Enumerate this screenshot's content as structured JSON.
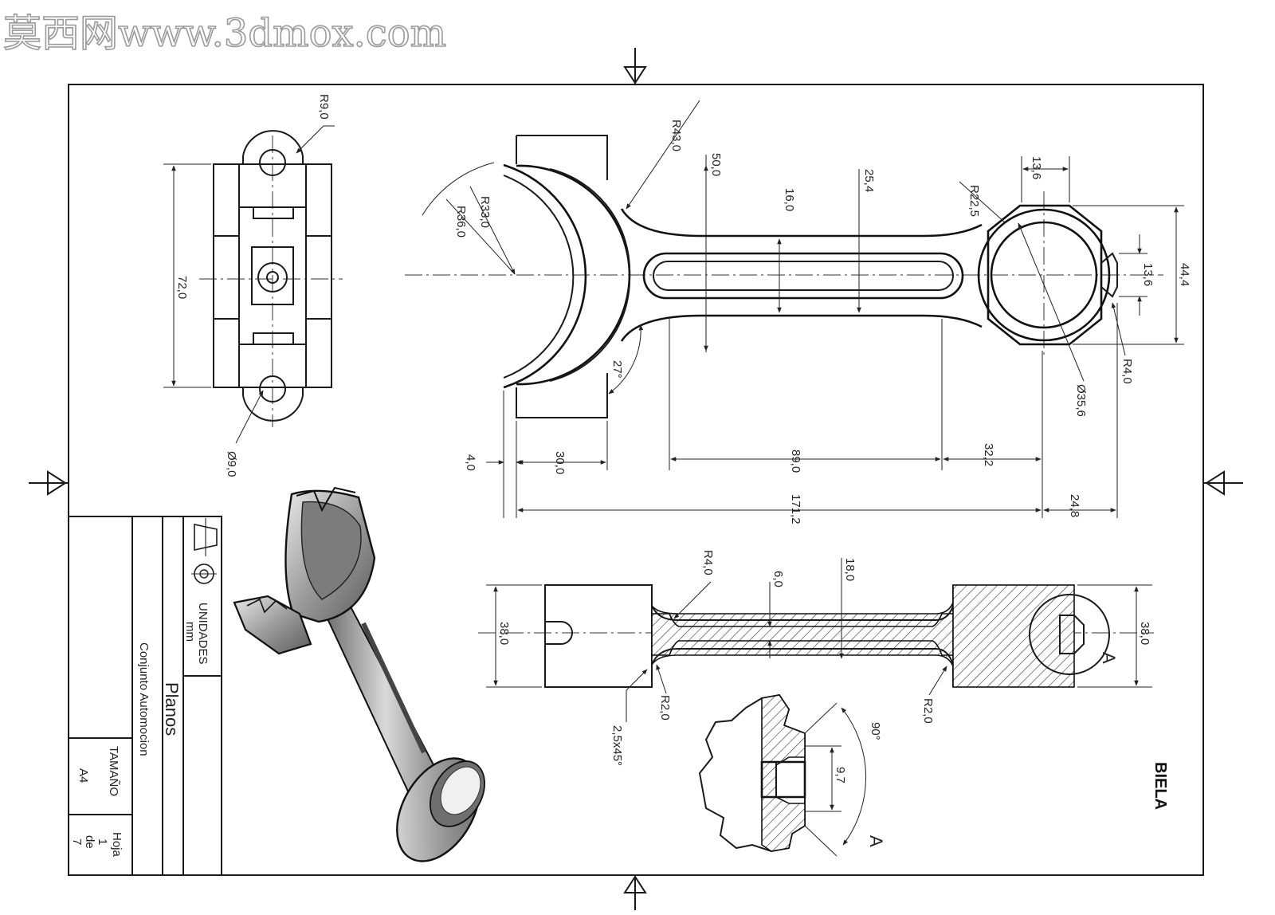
{
  "watermark": "莫西网www.3dmox.com",
  "drawing_title": "BIELA",
  "title_block": {
    "project": "Planos",
    "assembly": "Conjunto Automocion",
    "units_label": "UNIDADES",
    "units_value": "mm",
    "size_label": "TAMAÑO",
    "size_value": "A4",
    "sheet_label": "Hoja",
    "sheet_number": "1",
    "sheet_of": "de",
    "sheet_total": "7"
  },
  "section_label": "A",
  "detail_label": "A",
  "dimensions": {
    "side_view": {
      "r9": "R9,0",
      "h72": "72,0",
      "d9": "Ø9,0"
    },
    "front_view": {
      "r43": "R43,0",
      "r33": "R33,0",
      "r36": "R36,0",
      "h50": "50,0",
      "h16": "16,0",
      "h25": "25,4",
      "r22": "R22,5",
      "w13a": "13,6",
      "h44": "44,4",
      "h13b": "13,6",
      "r4": "R4,0",
      "d35": "Ø35,6",
      "a27": "27°",
      "w4": "4,0",
      "w30": "30,0",
      "w89": "89,0",
      "w32": "32,2",
      "w171": "171,2",
      "w24": "24,8"
    },
    "bottom_view": {
      "r4": "R4,0",
      "h6": "6,0",
      "h18": "18,0",
      "h38l": "38,0",
      "h38r": "38,0",
      "r2l": "R2,0",
      "r2r": "R2,0",
      "chamfer": "2,5x45°"
    },
    "detail_view": {
      "a90": "90°",
      "h97": "9,7"
    }
  },
  "colors": {
    "line": "#1a1a1a",
    "paper": "#ffffff",
    "shade": "#8a8a8a"
  }
}
